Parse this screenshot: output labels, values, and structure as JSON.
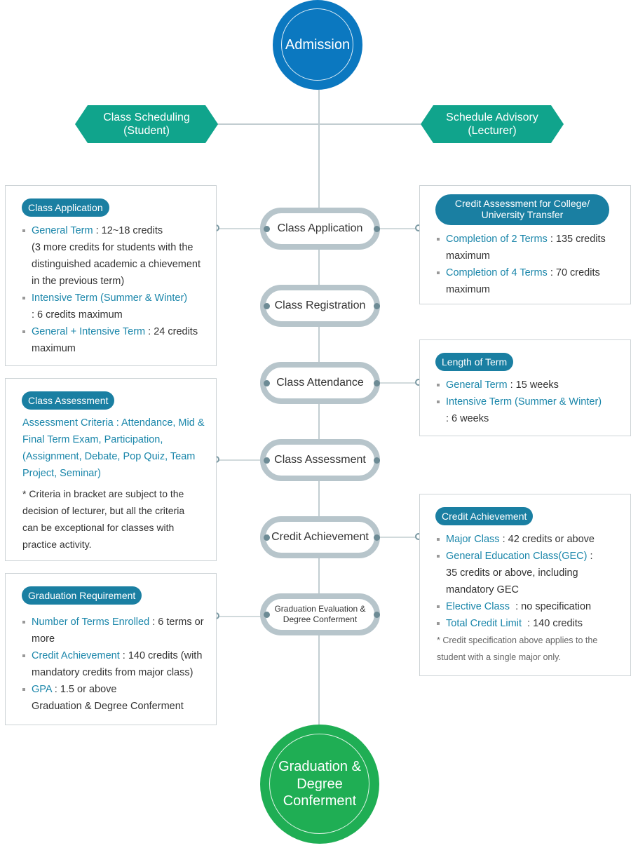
{
  "start_node": "Admission",
  "end_node": "Graduation &\nDegree\nConferment",
  "hex_left": "Class Scheduling\n(Student)",
  "hex_right": "Schedule Advisory\n(Lecturer)",
  "steps": [
    "Class Application",
    "Class Registration",
    "Class Attendance",
    "Class Assessment",
    "Credit Achievement",
    "Graduation Evaluation &\nDegree Conferment"
  ],
  "box_class_application": {
    "tag": "Class Application",
    "items": [
      {
        "label": "General Term",
        "text": " : 12~18 credits\n(3 more credits for students with the distinguished academic a chievement in the previous term)"
      },
      {
        "label": "Intensive Term (Summer & Winter)",
        "text": "\n : 6 credits maximum"
      },
      {
        "label": "General + Intensive Term",
        "text": " : 24 credits maximum"
      }
    ]
  },
  "box_transfer": {
    "tag": "Credit Assessment for College/\nUniversity Transfer",
    "items": [
      {
        "label": "Completion of 2 Terms",
        "text": " : 135 credits maximum"
      },
      {
        "label": "Completion of 4 Terms",
        "text": " : 70 credits maximum"
      }
    ]
  },
  "box_length": {
    "tag": "Length of Term",
    "items": [
      {
        "label": "General Term",
        "text": " : 15 weeks"
      },
      {
        "label": "Intensive Term (Summer & Winter)",
        "text": "\n: 6 weeks"
      }
    ]
  },
  "box_assessment": {
    "tag": "Class Assessment",
    "criteria": "Assessment Criteria : Attendance, Mid & Final Term Exam, Participation, (Assignment, Debate, Pop Quiz, Team Project, Seminar)",
    "note": " * Criteria in bracket are subject to the decision of lecturer, but all the criteria can be exceptional for classes with practice activity."
  },
  "box_credit": {
    "tag": "Credit Achievement",
    "items": [
      {
        "label": "Major Class",
        "text": " : 42 credits or above"
      },
      {
        "label": "General Education Class(GEC)",
        "text": " :\n35 credits or above, including mandatory GEC"
      },
      {
        "label": "Elective Class",
        "text": "  : no specification"
      },
      {
        "label": "Total Credit Limit",
        "text": "  : 140 credits"
      }
    ],
    "note": " * Credit specification above applies to the student with a single major only."
  },
  "box_graduation": {
    "tag": "Graduation Requirement",
    "items": [
      {
        "label": "Number of Terms Enrolled",
        "text": " : 6 terms or more"
      },
      {
        "label": "Credit Achievement",
        "text": " : 140 credits (with mandatory credits from major class)"
      },
      {
        "label": "GPA",
        "text": " : 1.5 or above\nGraduation & Degree Conferment"
      }
    ]
  },
  "colors": {
    "start": "#0b78c0",
    "end": "#1fae54",
    "hexagon": "#10a48c",
    "tag": "#1a7fa2",
    "highlight": "#1a86aa",
    "pill_border": "#b7c5cb",
    "line": "#c2cdd1"
  }
}
